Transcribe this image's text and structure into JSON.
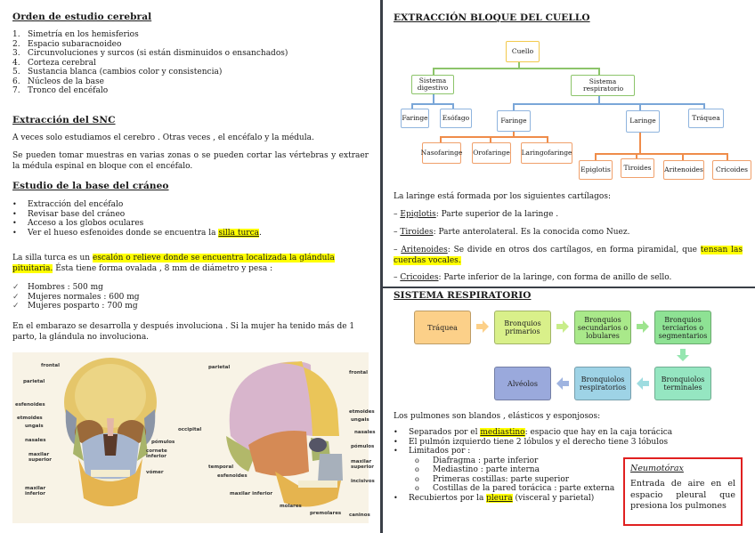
{
  "left": {
    "section1": {
      "title": "Orden de estudio cerebral",
      "items": [
        {
          "num": "1.",
          "text": "Simetría en los hemisferios"
        },
        {
          "num": "2.",
          "text": "Espacio subaracnoideo"
        },
        {
          "num": "3.",
          "text": "Circunvoluciones y surcos (si están disminuidos o ensanchados)"
        },
        {
          "num": "4.",
          "text": "Corteza cerebral"
        },
        {
          "num": "5.",
          "text": "Sustancia blanca (cambios color y consistencia)"
        },
        {
          "num": "6.",
          "text": "Núcleos de la base"
        },
        {
          "num": "7.",
          "text": "Tronco del encéfalo"
        }
      ]
    },
    "section2": {
      "title": "Extracción del SNC",
      "para1": "A veces solo estudiamos el cerebro . Otras veces , el encéfalo y la médula.",
      "para2": "Se pueden tomar muestras en varias zonas o se pueden cortar las vértebras y extraer la médula espinal en bloque con el encéfalo."
    },
    "section3": {
      "title": "Estudio de la base del cráneo",
      "bullet": "•",
      "items": [
        "Extracción del encéfalo",
        "Revisar base del cráneo",
        "Acceso a los globos oculares"
      ],
      "last_item_pre": "Ver el hueso esfenoides donde se encuentra la ",
      "last_item_hl": "silla turca",
      "last_item_post": ".",
      "para1_pre": "La silla turca es un ",
      "para1_hl": "escalón o relieve donde se encuentra localizada la glándula pituitaria.",
      "para1_post": " Ésta tiene forma ovalada , 8 mm de diámetro y pesa :",
      "check": "✓",
      "weights": [
        "Hombres : 500 mg",
        "Mujeres normales : 600 mg",
        "Mujeres posparto : 700 mg"
      ],
      "para2": "En el embarazo se desarrolla y después involuciona . Si la mujer ha tenido más de 1 parto, la glándula no involuciona."
    },
    "skull_front_labels": [
      "frontal",
      "parietal",
      "esfenoides",
      "etmoides",
      "ungais",
      "nasales",
      "maxilar superior",
      "maxilar inferior",
      "pómulos",
      "cornete inferior",
      "vómer"
    ],
    "skull_side_labels": [
      "parietal",
      "frontal",
      "occipital",
      "etmoides",
      "ungais",
      "nasales",
      "pómulos",
      "maxilar superior",
      "incisivos",
      "temporal",
      "esfenoides",
      "maxilar inferior",
      "molares",
      "premolares",
      "caninos"
    ]
  },
  "right": {
    "neck": {
      "title": "EXTRACCIÓN BLOQUE DEL CUELLO",
      "tree": {
        "root": "Cuello",
        "digestivo": "Sistema digestivo",
        "respiratorio": "Sistema respiratorio",
        "dig_children": [
          "Faringe",
          "Esófago"
        ],
        "resp_children": [
          "Faringe",
          "Laringe",
          "Tráquea"
        ],
        "faringe_children": [
          "Nasofaringe",
          "Orofaringe",
          "Laringofaringe"
        ],
        "laringe_children": [
          "Epiglotis",
          "Tiroides",
          "Aritenoides",
          "Cricoides"
        ]
      },
      "intro": "La laringe está formada por los siguientes cartílagos:",
      "cartilages": [
        {
          "dash": "– ",
          "name": "Epiglotis",
          "desc": ": Parte superior de la laringe ."
        },
        {
          "dash": "– ",
          "name": "Tiroides",
          "desc": ": Parte anterolateral. Es la conocida como Nuez."
        },
        {
          "dash": "– ",
          "name": "Aritenoides",
          "desc": ": Se divide en otros dos cartílagos, en forma piramidal, que ",
          "hl": "tensan las cuerdas vocales."
        },
        {
          "dash": "– ",
          "name": "Cricoides",
          "desc": ": Parte inferior de la laringe, con forma de anillo de sello."
        }
      ]
    },
    "resp": {
      "title": "SISTEMA RESPIRATORIO",
      "flow": [
        {
          "label": "Tráquea",
          "color": "#fcd089"
        },
        {
          "label": "Bronquios primarios",
          "color": "#d9f08a"
        },
        {
          "label": "Bronquios secundarios o lobulares",
          "color": "#a9e98a"
        },
        {
          "label": "Bronquios terciarios o segmentarios",
          "color": "#8ee294"
        },
        {
          "label": "Bronquiolos terminales",
          "color": "#95e6c1"
        },
        {
          "label": "Bronquiolos respiratorios",
          "color": "#9ed3e6"
        },
        {
          "label": "Alvéolos",
          "color": "#9aa9dc"
        }
      ],
      "lungs_intro": "Los pulmones son blandos , elásticos y esponjosos:",
      "bullet": "•",
      "sub_bullet": "o",
      "b1_pre": "Separados por el ",
      "b1_hl": "mediastino",
      "b1_post": ": espacio que hay en la caja torácica",
      "b2": "El pulmón izquierdo tiene 2 lóbulos y el derecho tiene 3 lóbulos",
      "b3": "Limitados por :",
      "limits": [
        "Diafragma : parte inferior",
        "Mediastino : parte interna",
        "Primeras costillas: parte superior",
        "Costillas de la pared torácica : parte externa"
      ],
      "b4_pre": "Recubiertos por la ",
      "b4_hl": "pleura",
      "b4_post": " (visceral y parietal)",
      "callout": {
        "title": "Neumotórax",
        "body": "Entrada de aire en el espacio pleural que presiona los pulmones",
        "border_color": "#e02020"
      }
    }
  },
  "colors": {
    "highlight": "#ffff00",
    "divider": "#3a3f47"
  }
}
